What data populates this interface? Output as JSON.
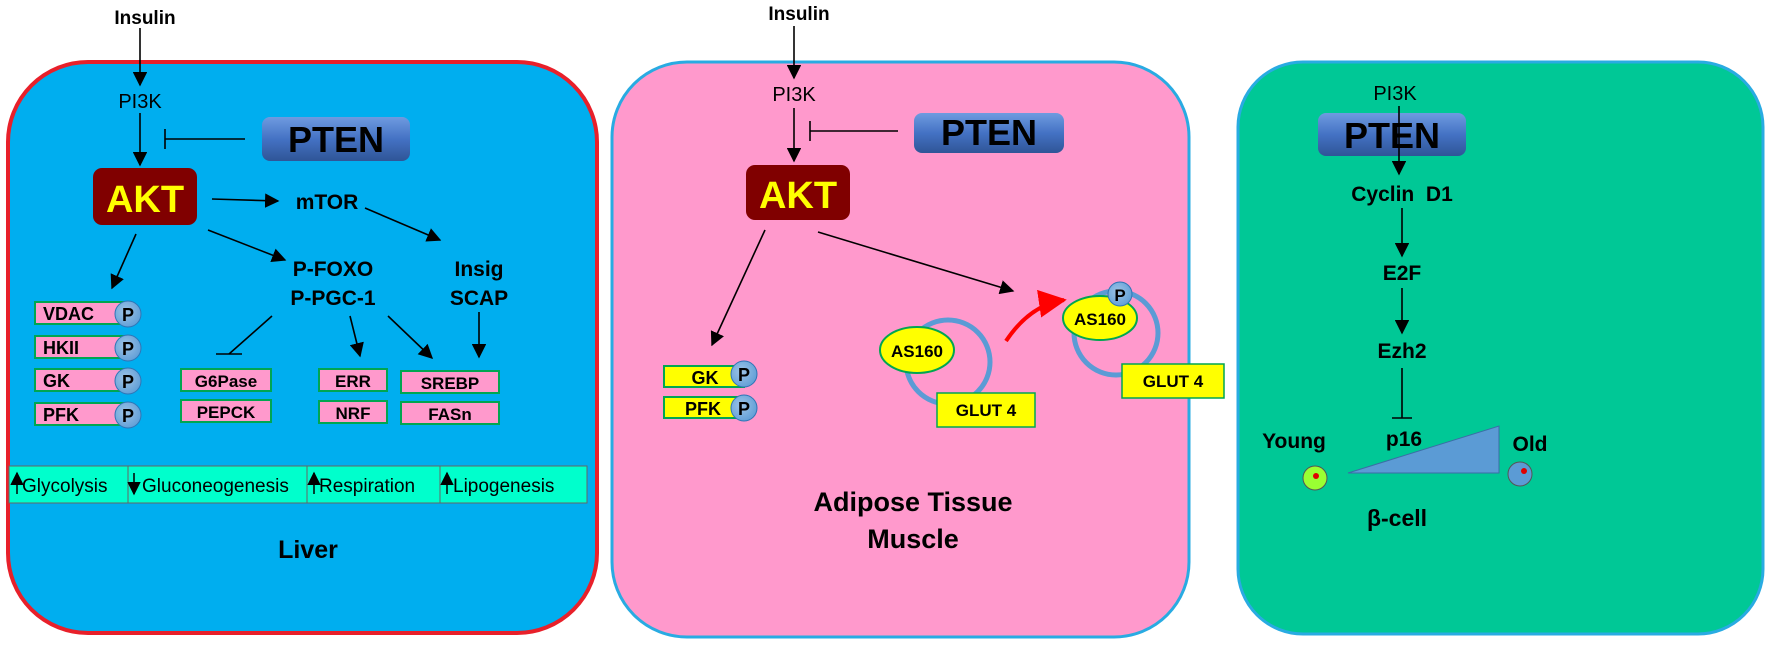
{
  "liver": {
    "insulin": "Insulin",
    "pi3k": "PI3K",
    "pten": "PTEN",
    "akt": "AKT",
    "mtor": "mTOR",
    "pfoxo": "P-FOXO",
    "ppgc1": "P-PGC-1",
    "insig": "Insig",
    "scap": "SCAP",
    "enzymes": [
      "VDAC",
      "HKII",
      "GK",
      "PFK"
    ],
    "phospho": "P",
    "g6pase": "G6Pase",
    "pepck": "PEPCK",
    "err": "ERR",
    "nrf": "NRF",
    "srebp": "SREBP",
    "fasn": "FASn",
    "outcomes": [
      "Glycolysis",
      "Gluconeogenesis",
      "Respiration",
      "Lipogenesis"
    ],
    "outcome_arrows": [
      "↑",
      "↓",
      "↑",
      "↑"
    ],
    "title": "Liver"
  },
  "adipose": {
    "insulin": "Insulin",
    "pi3k": "PI3K",
    "pten": "PTEN",
    "akt": "AKT",
    "gk": "GK",
    "pfk": "PFK",
    "phospho": "P",
    "as160_left": "AS160",
    "glut4_left": "GLUT 4",
    "as160_right": "AS160",
    "glut4_right": "GLUT 4",
    "title_line1": "Adipose Tissue",
    "title_line2": "Muscle"
  },
  "beta": {
    "pi3k": "PI3K",
    "pten": "PTEN",
    "cyclin": "Cyclin  D1",
    "e2f": "E2F",
    "ezh2": "Ezh2",
    "p16": "p16",
    "young": "Young",
    "old": "Old",
    "title": "β-cell"
  },
  "colors": {
    "liver_bg": "#00aeef",
    "liver_border": "#e8202a",
    "adipose_bg": "#ff99cc",
    "adipose_border": "#29abe2",
    "beta_bg": "#00c896",
    "beta_border": "#29abe2",
    "akt_bg": "#800000",
    "akt_text": "#ffff00",
    "pten_bg": "#4472c4",
    "enzyme_pink": "#ff99cc",
    "outcome_cyan": "#00ffcc",
    "yellow": "#ffff00",
    "triangle": "#5b9bd5"
  }
}
